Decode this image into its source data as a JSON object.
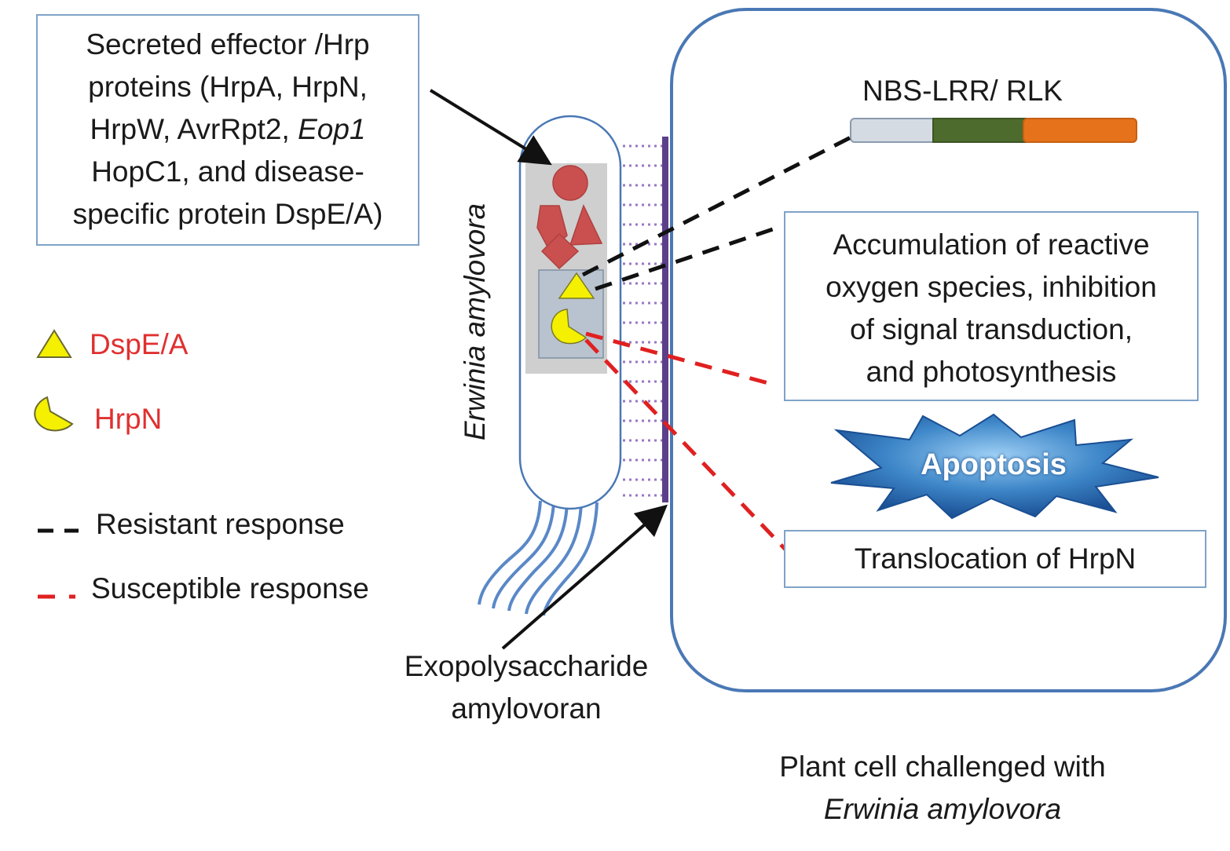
{
  "effector_box": {
    "line1": "Secreted effector /Hrp",
    "line2": "proteins (HrpA, HrpN,",
    "line3_a": "HrpW, AvrRpt2, ",
    "line3_b": "Eop1",
    "line4": "HopC1, and disease-",
    "line5": "specific protein DspE/A)"
  },
  "bacterium_label": "Erwinia amylovora",
  "legend": {
    "dspe": "DspE/A",
    "hrpn": "HrpN",
    "resistant": "Resistant response",
    "susceptible": "Susceptible response"
  },
  "receptor_label": "NBS-LRR/ RLK",
  "ros_box": {
    "line1": "Accumulation of reactive",
    "line2": "oxygen species, inhibition",
    "line3": "of signal transduction,",
    "line4": "and photosynthesis"
  },
  "apoptosis_label": "Apoptosis",
  "translocation_label": "Translocation of HrpN",
  "eps_label": {
    "line1": "Exopolysaccharide",
    "line2": "amylovoran"
  },
  "caption": {
    "line1": "Plant cell challenged with",
    "line2": "Erwinia amylovora"
  },
  "colors": {
    "cell_outline": "#4a78b5",
    "box_outline": "#7fa3c8",
    "membrane": "#5b3f8a",
    "effector_red": "#c9504f",
    "dspe_yellow": "#f4f000",
    "resistant_line": "#111111",
    "susceptible_line": "#e02020",
    "receptor_grey": "#d5dbe3",
    "receptor_green": "#4e6b2e",
    "receptor_orange": "#e6721c",
    "apoptosis_blue": "#1f5fa6",
    "label_red": "#e03030"
  }
}
